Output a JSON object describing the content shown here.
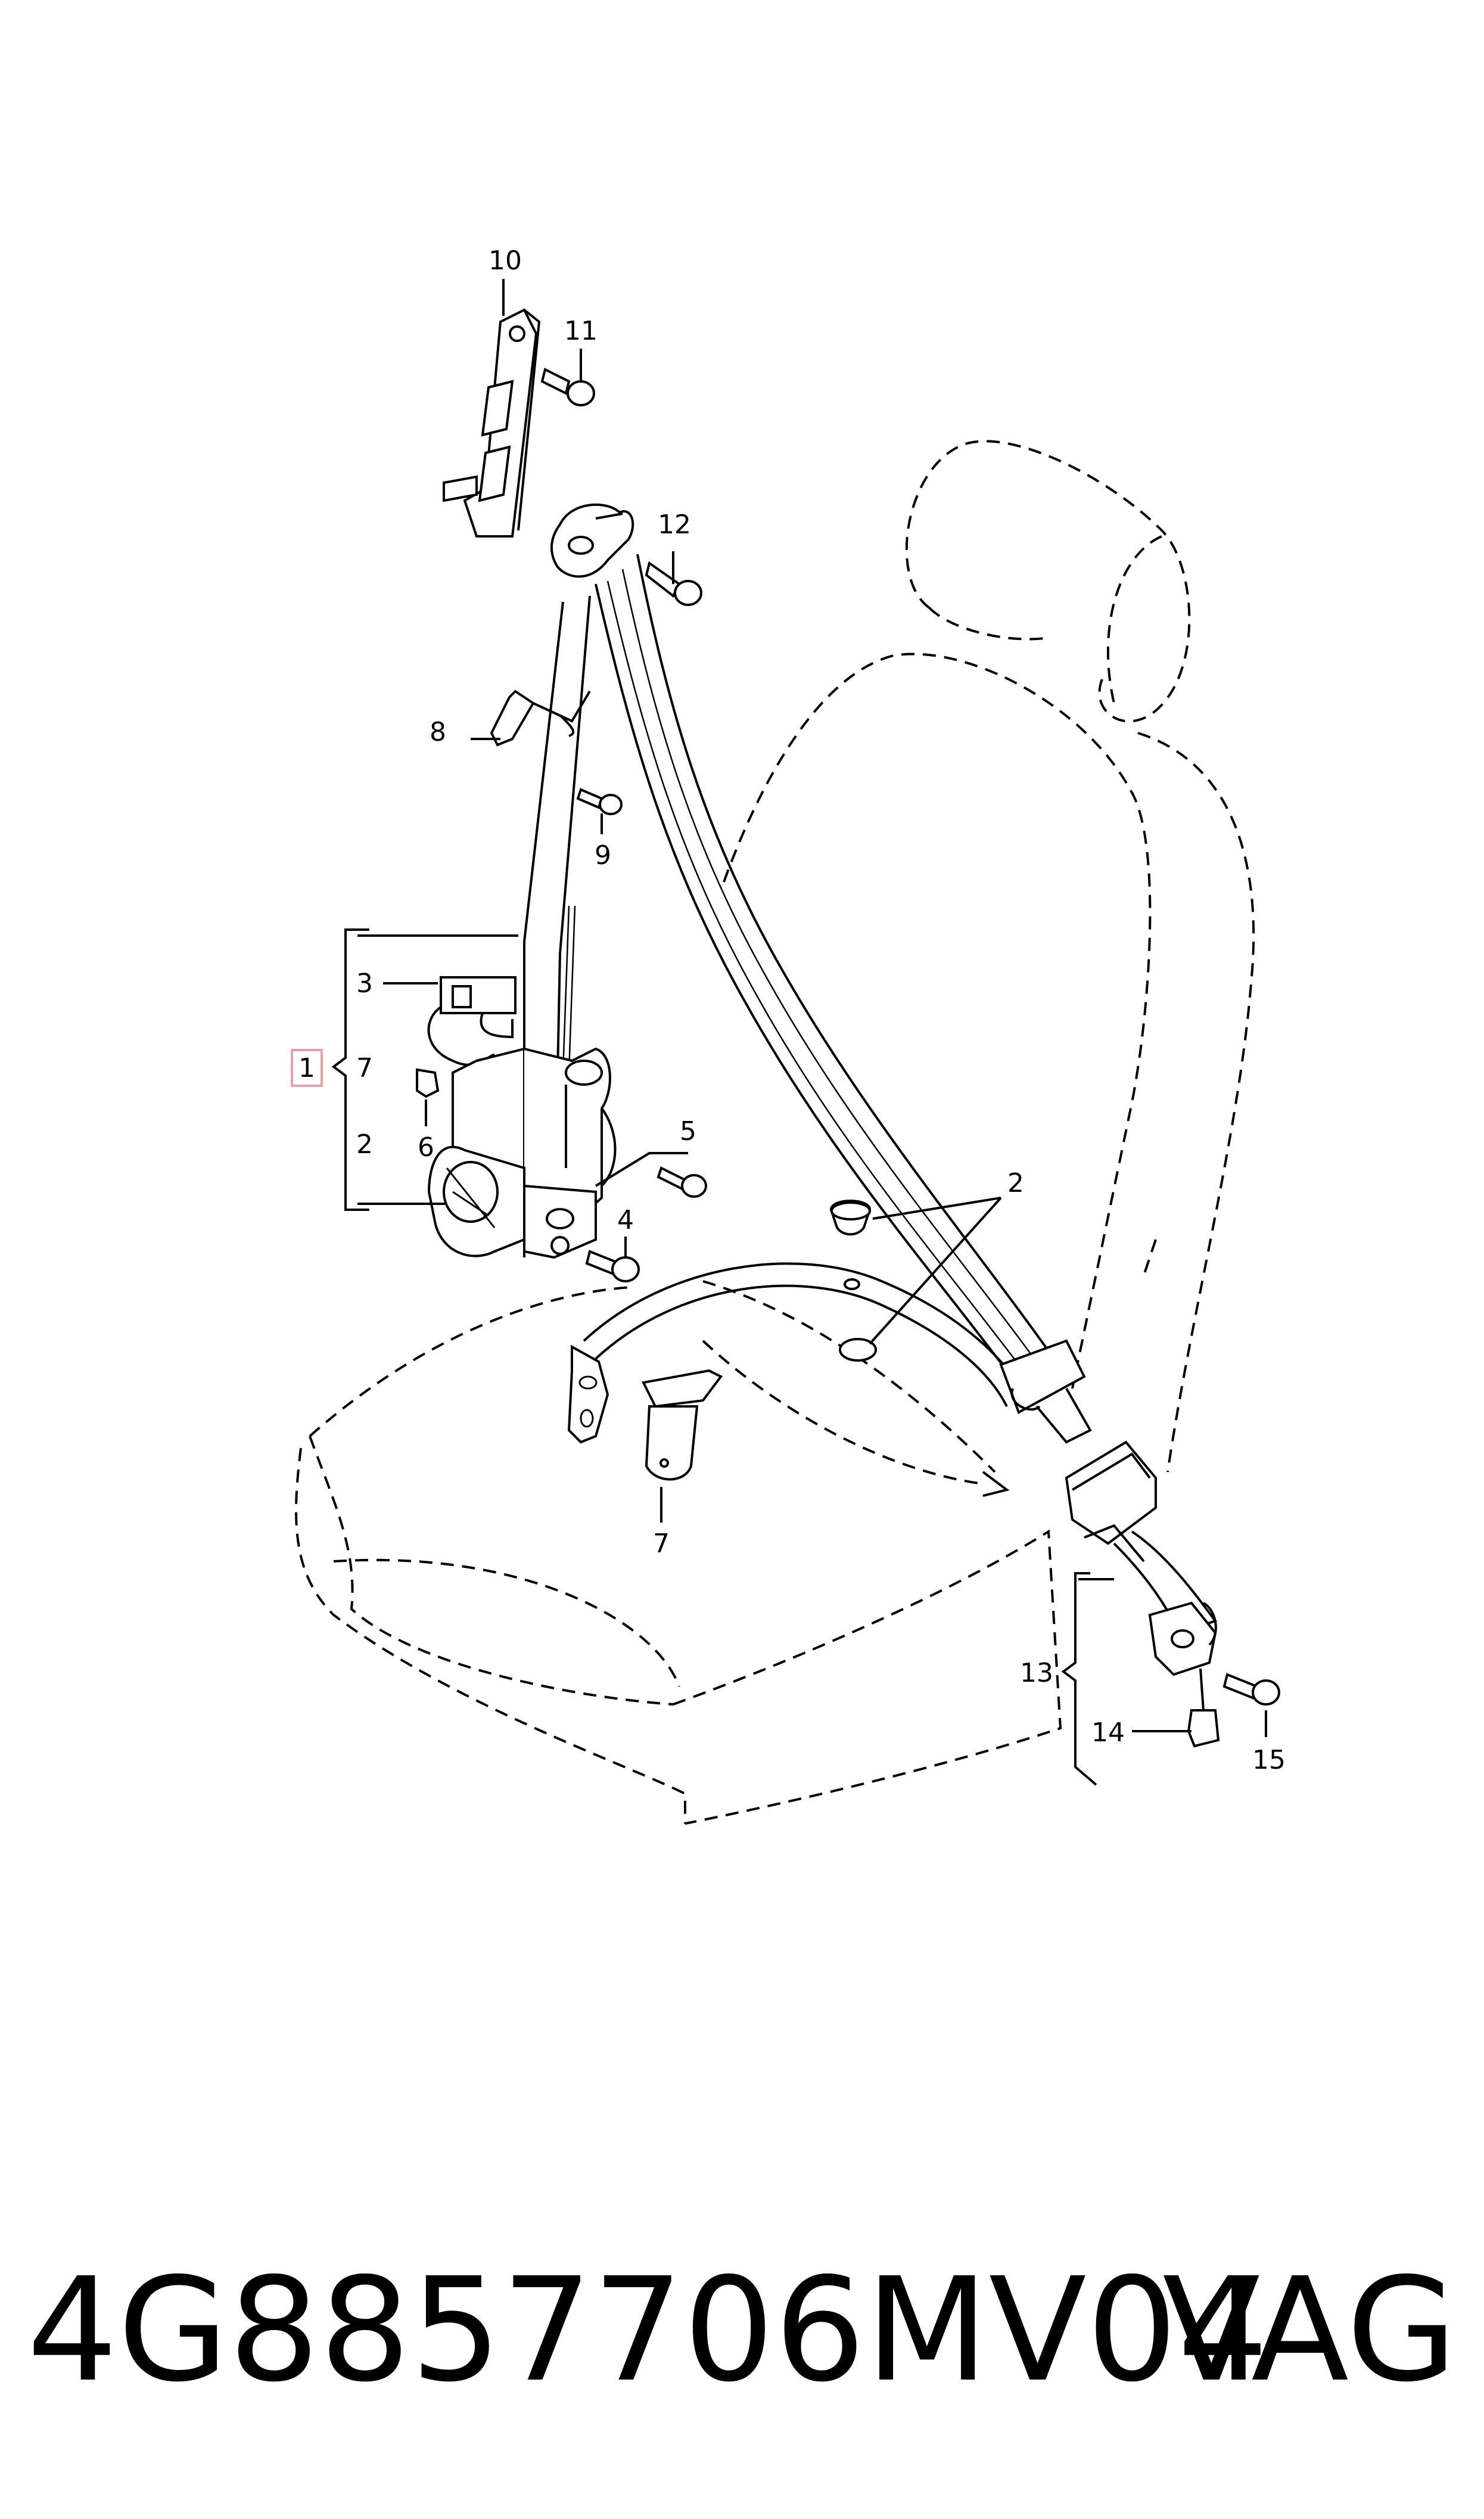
{
  "diagram": {
    "labels": {
      "l1": "1",
      "l2a": "2",
      "l2b": "2",
      "l3": "3",
      "l4": "4",
      "l5": "5",
      "l6": "6",
      "l7a": "7",
      "l7b": "7",
      "l8": "8",
      "l9": "9",
      "l10": "10",
      "l11": "11",
      "l12": "12",
      "l13": "13",
      "l14": "14",
      "l15": "15"
    },
    "highlight_color": "#e8a0a8"
  },
  "footer": {
    "part_number": "4G8857706MV04",
    "brand": "VAG"
  }
}
